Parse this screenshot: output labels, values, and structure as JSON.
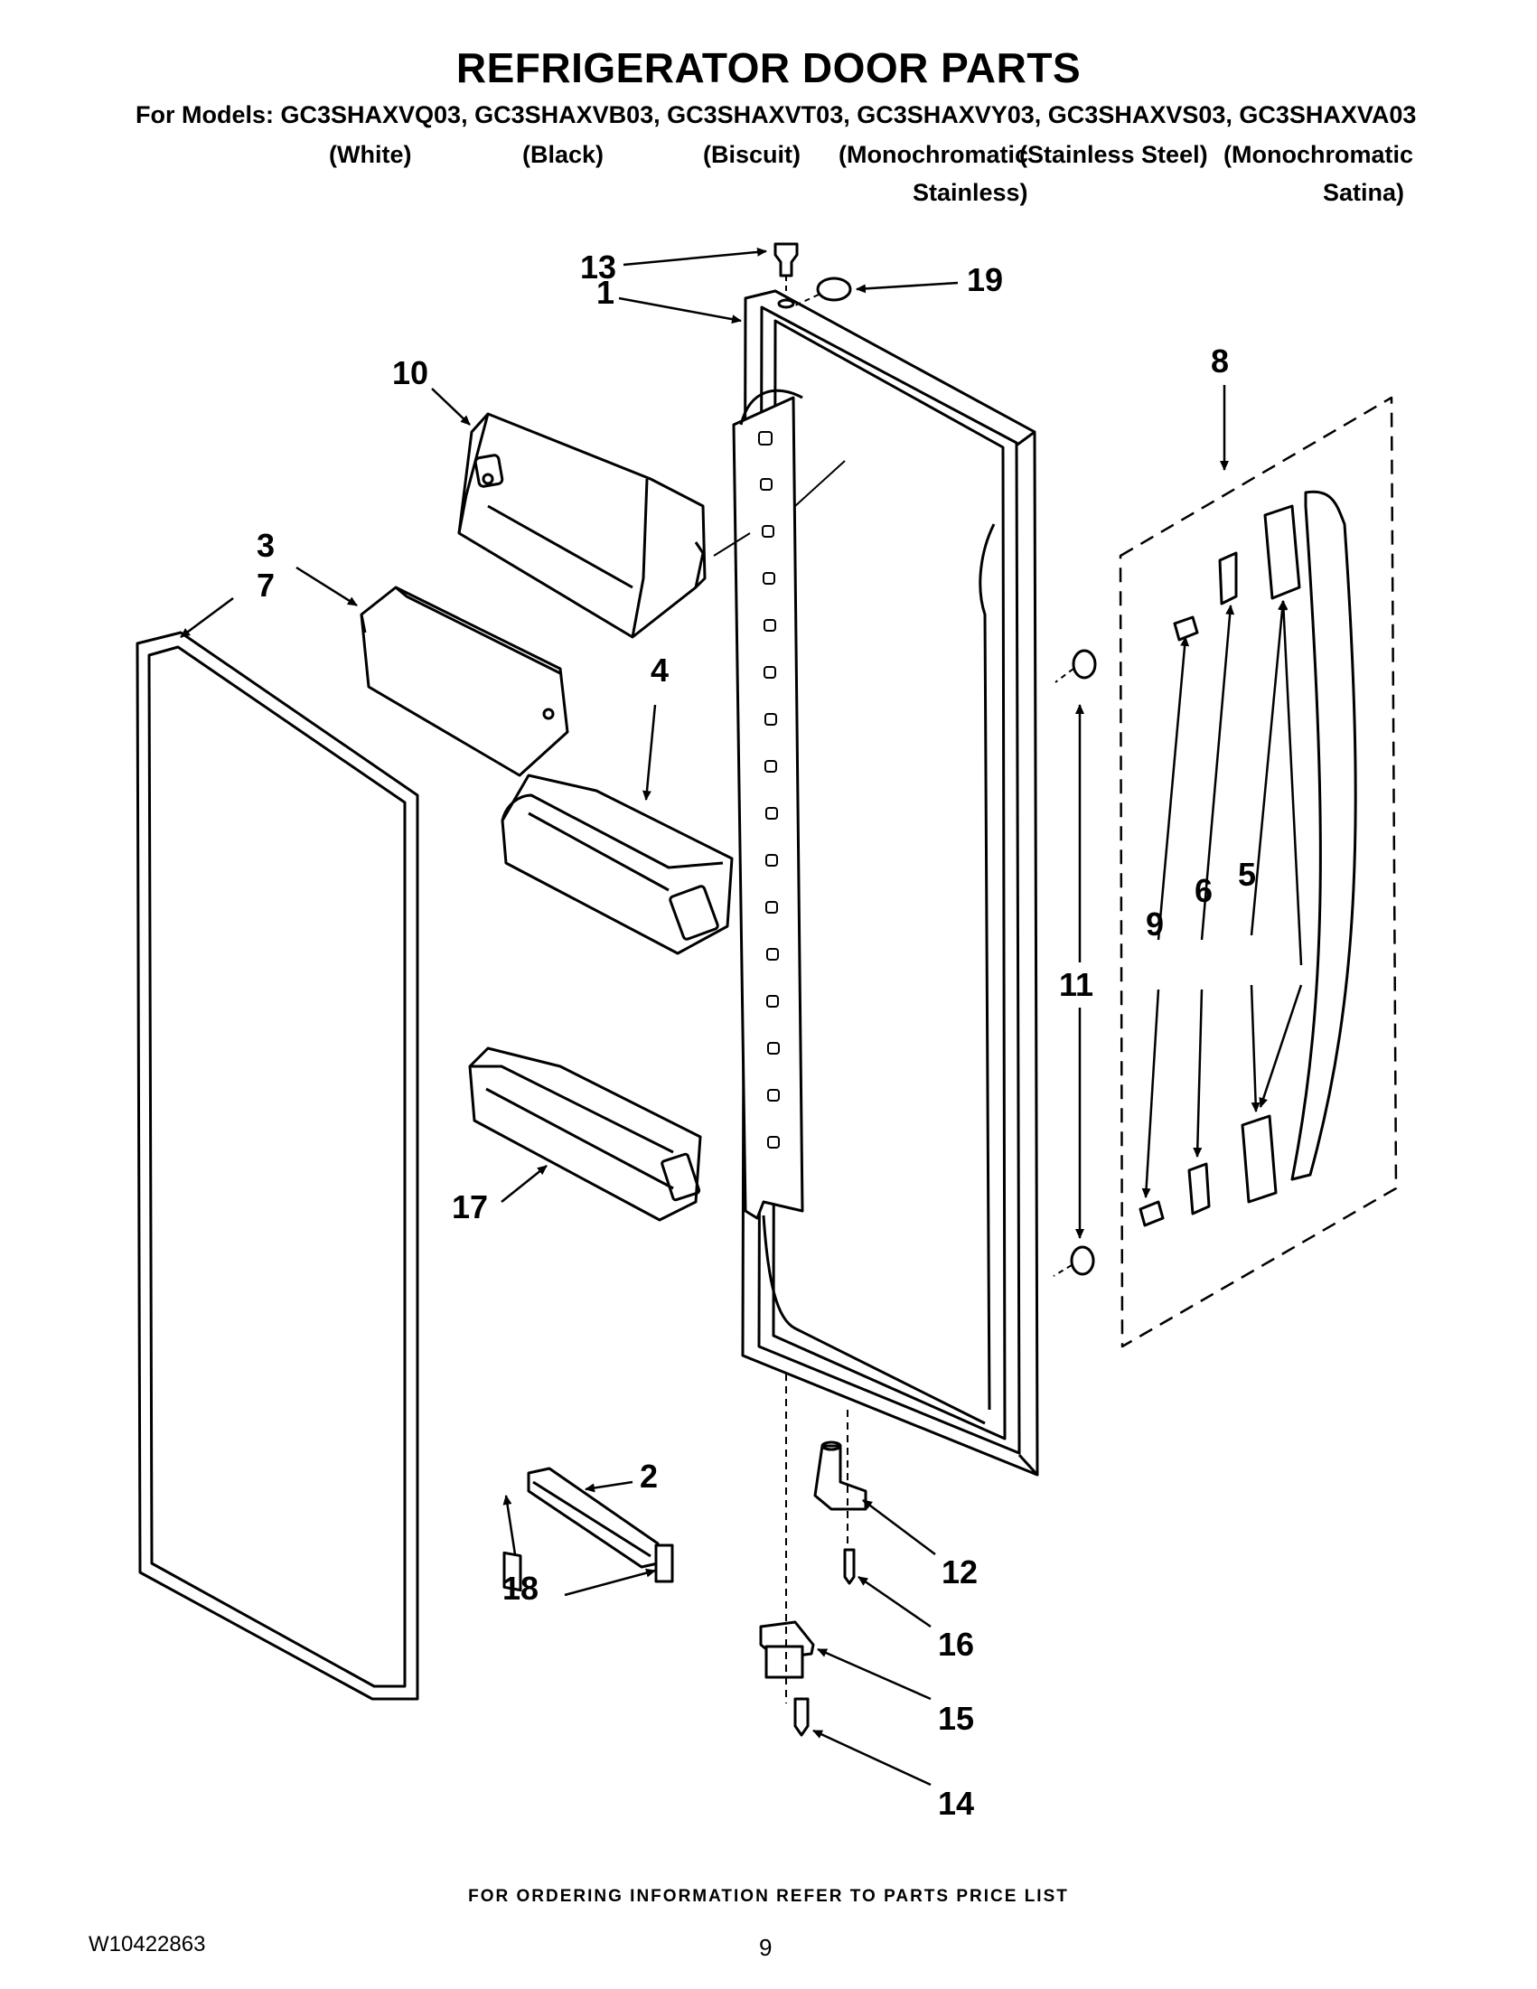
{
  "title": "REFRIGERATOR DOOR PARTS",
  "models_line": "For Models: GC3SHAXVQ03, GC3SHAXVB03, GC3SHAXVT03, GC3SHAXVY03, GC3SHAXVS03, GC3SHAXVA03",
  "colors": {
    "white": "(White)",
    "black": "(Black)",
    "biscuit": "(Biscuit)",
    "mono_stainless_a": "(Monochromatic",
    "mono_stainless_b": "Stainless)",
    "stainless_steel": "(Stainless Steel)",
    "mono_satina_a": "(Monochromatic",
    "mono_satina_b": "Satina)"
  },
  "callouts": {
    "c1": "1",
    "c2": "2",
    "c3": "3",
    "c4": "4",
    "c5": "5",
    "c6": "6",
    "c7": "7",
    "c8": "8",
    "c9": "9",
    "c10": "10",
    "c11": "11",
    "c12": "12",
    "c13": "13",
    "c14": "14",
    "c15": "15",
    "c16": "16",
    "c17": "17",
    "c18": "18",
    "c19": "19"
  },
  "footer_note": "FOR ORDERING INFORMATION REFER TO PARTS PRICE LIST",
  "doc_number": "W10422863",
  "page_number": "9"
}
